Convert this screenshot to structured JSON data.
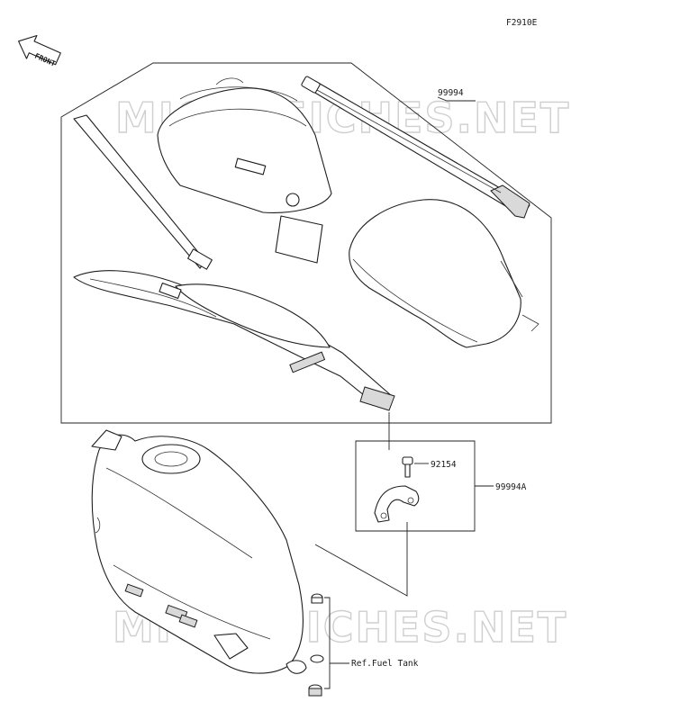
{
  "figure_code": "F2910E",
  "front_label": "FRONT",
  "watermark_text": "MICROFICHES.NET",
  "callouts": {
    "kit": "99994",
    "bolt": "92154",
    "bracket_kit": "99994A",
    "ref_fuel_tank": "Ref.Fuel Tank"
  },
  "colors": {
    "line": "#1e1e1e",
    "watermark": "#cfcfcf",
    "fill_grey": "#d9d9d9"
  }
}
